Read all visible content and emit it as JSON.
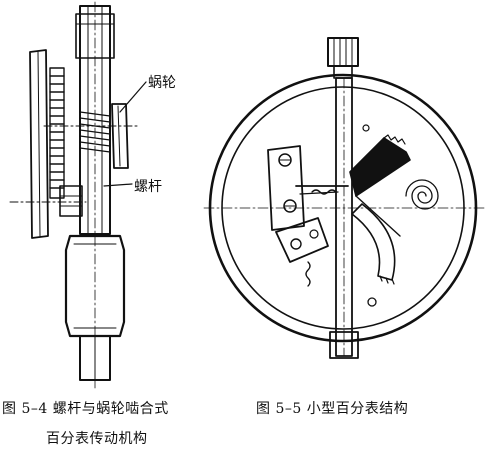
{
  "figure_left": {
    "label_worm_gear": "蜗轮",
    "label_worm": "螺杆",
    "caption_line1": "图 5–4   螺杆与蜗轮啮合式",
    "caption_line2": "百分表传动机构"
  },
  "figure_right": {
    "caption": "图 5–5   小型百分表结构"
  }
}
